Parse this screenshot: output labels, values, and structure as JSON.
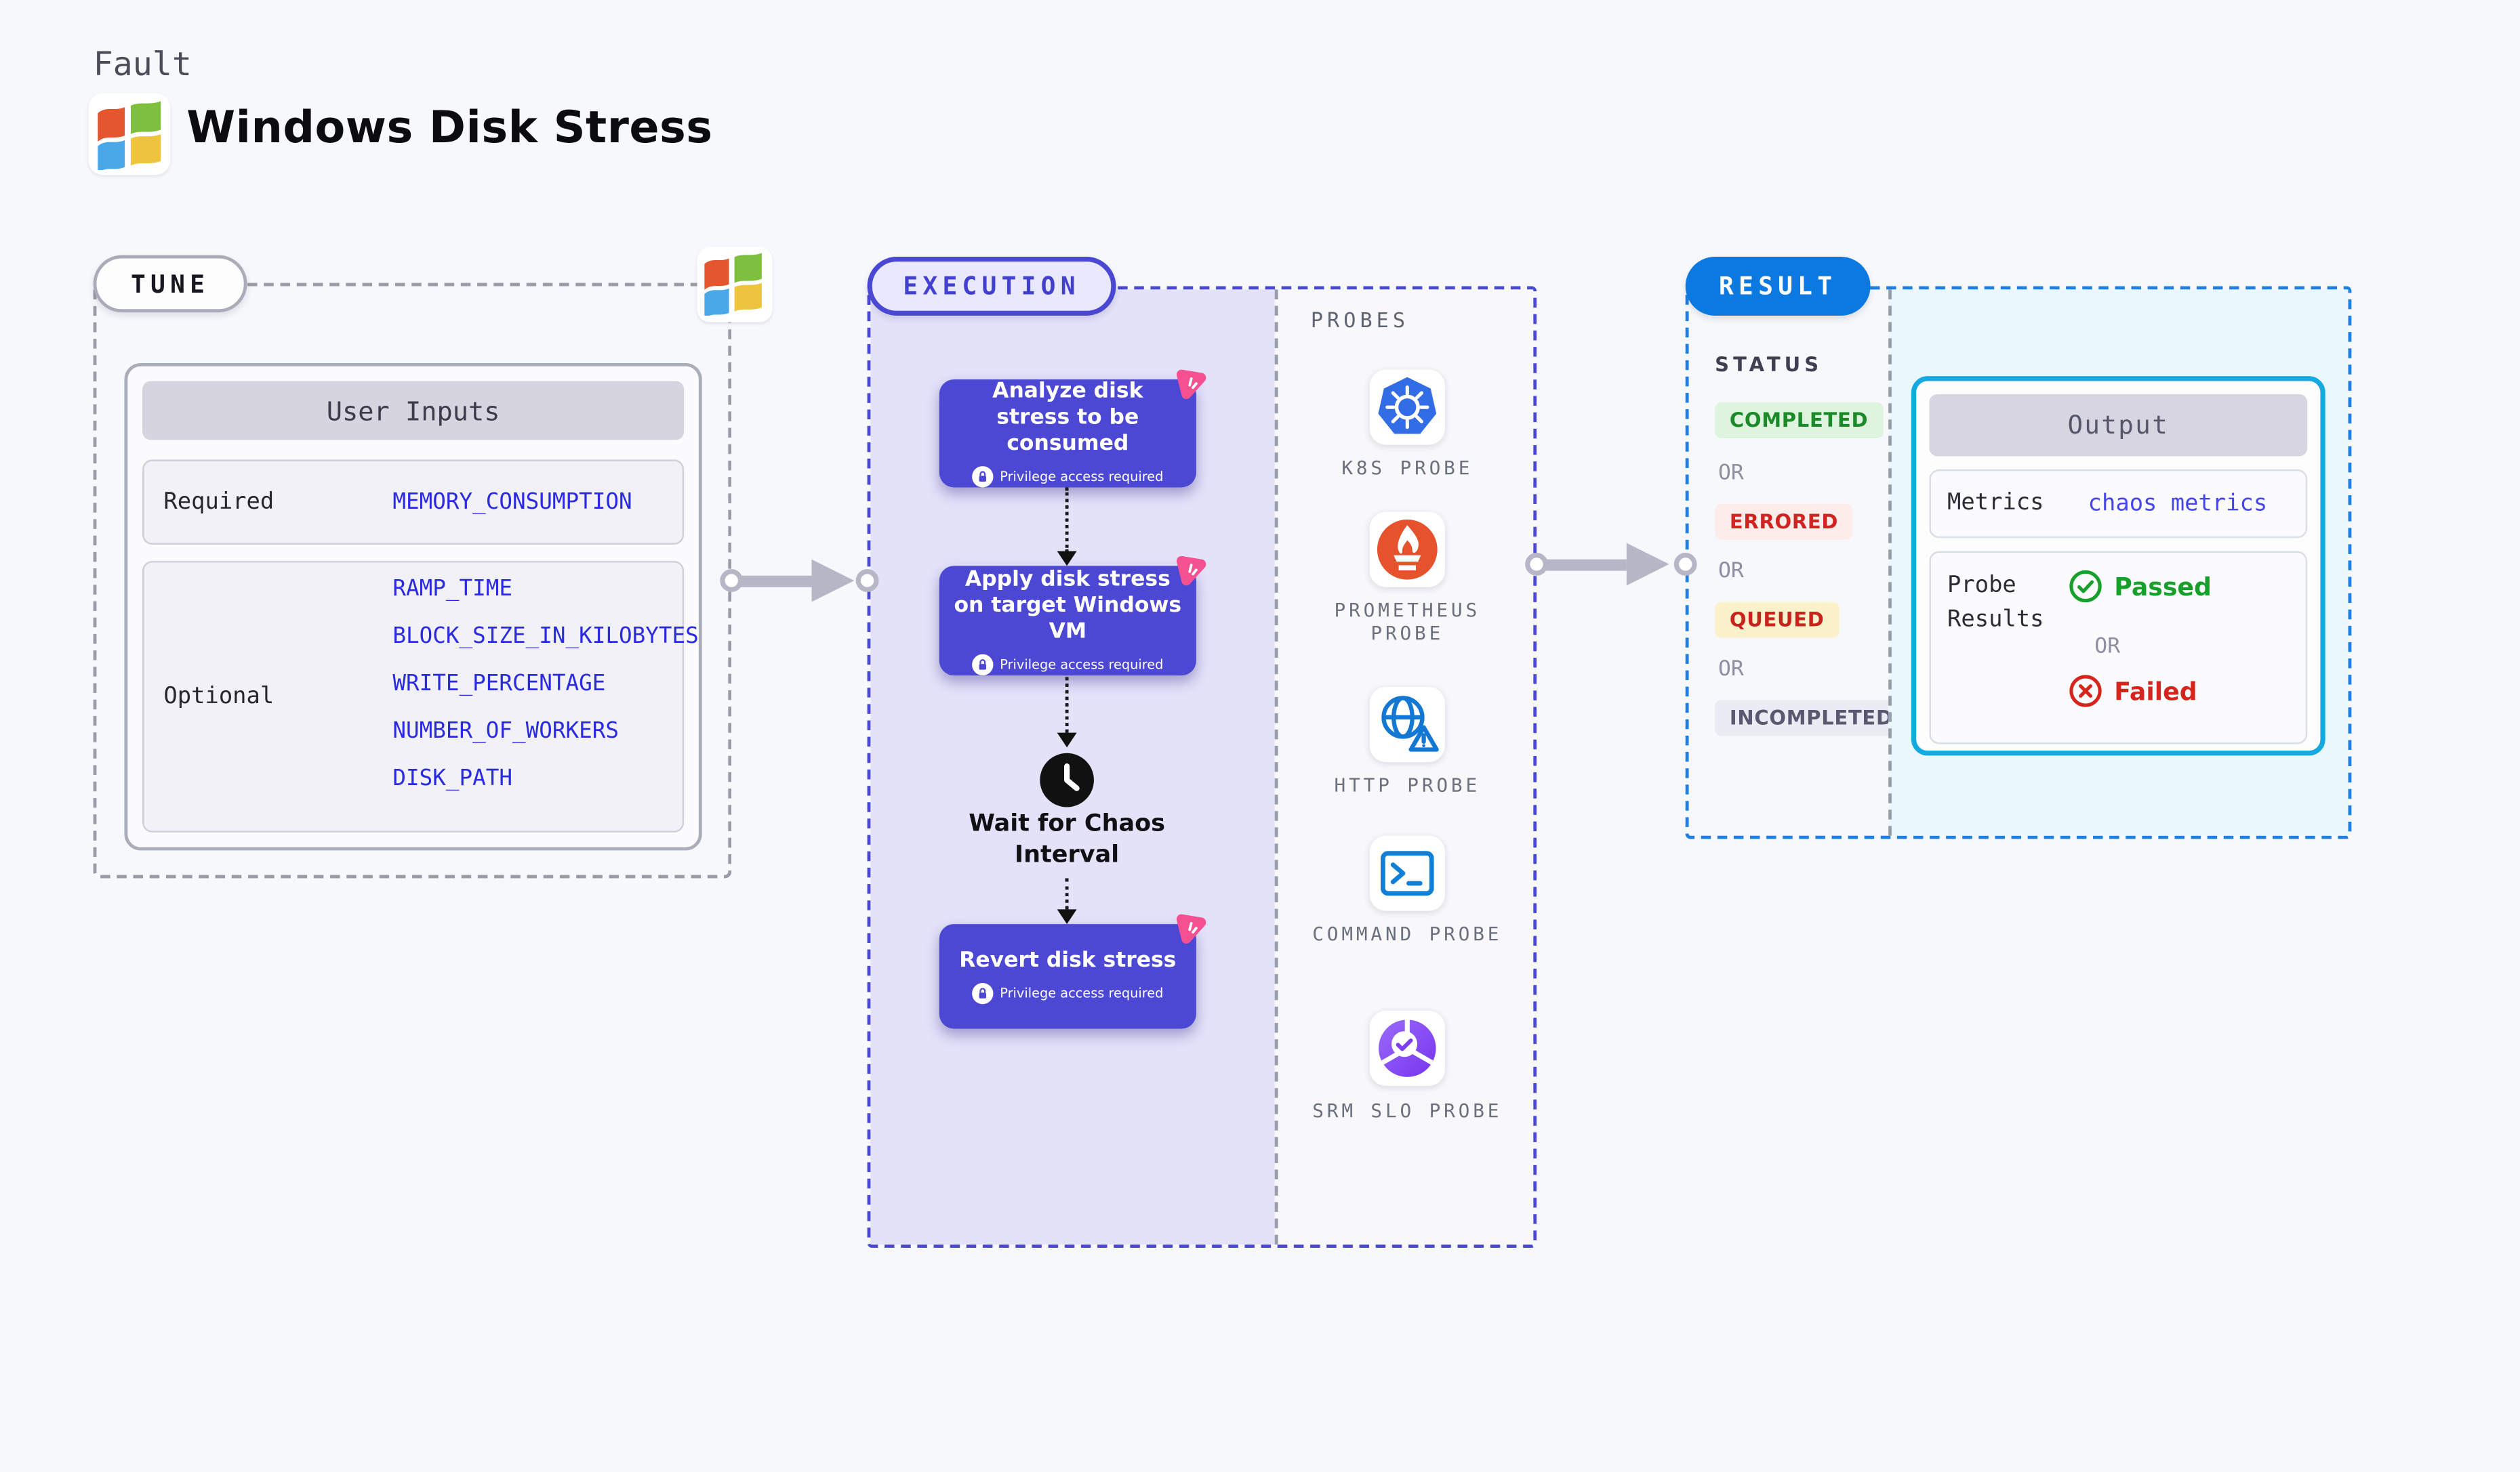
{
  "header": {
    "kind_label": "Fault",
    "title": "Windows Disk Stress"
  },
  "tune": {
    "badge": "TUNE",
    "table": {
      "title": "User Inputs",
      "rows": [
        {
          "label": "Required",
          "params": [
            "MEMORY_CONSUMPTION"
          ]
        },
        {
          "label": "Optional",
          "params": [
            "RAMP_TIME",
            "BLOCK_SIZE_IN_KILOBYTES",
            "WRITE_PERCENTAGE",
            "NUMBER_OF_WORKERS",
            "DISK_PATH"
          ]
        }
      ]
    }
  },
  "execution": {
    "badge": "EXECUTION",
    "steps": [
      {
        "title": "Analyze disk stress to be consumed",
        "badge": "Privilege access required"
      },
      {
        "title": "Apply disk stress on target Windows VM",
        "badge": "Privilege access required"
      },
      {
        "title": "Revert disk stress",
        "badge": "Privilege access required"
      }
    ],
    "wait_label": "Wait for Chaos Interval"
  },
  "probes": {
    "label": "PROBES",
    "items": [
      {
        "name": "K8S PROBE",
        "icon": "kubernetes-icon"
      },
      {
        "name": "PROMETHEUS PROBE",
        "icon": "prometheus-icon"
      },
      {
        "name": "HTTP PROBE",
        "icon": "globe-warning-icon"
      },
      {
        "name": "COMMAND PROBE",
        "icon": "terminal-icon"
      },
      {
        "name": "SRM SLO PROBE",
        "icon": "slo-gauge-icon"
      }
    ]
  },
  "result": {
    "badge": "RESULT",
    "status_label": "STATUS",
    "or_label": "OR",
    "statuses": [
      "COMPLETED",
      "ERRORED",
      "QUEUED",
      "INCOMPLETED"
    ],
    "output": {
      "title": "Output",
      "metrics_label": "Metrics",
      "metrics_link": "chaos metrics",
      "probe_results_label": "Probe Results",
      "passed_label": "Passed",
      "failed_label": "Failed"
    }
  },
  "colors": {
    "page_bg": "#f7f8fc",
    "step_purple": "#4c48d4",
    "execution_accent": "#4a47d3",
    "execution_panel": "#e3e2f9",
    "result_accent": "#1d7fe3",
    "result_badge_bg": "#0b79e0",
    "output_border": "#15a9e2",
    "output_panel": "#eaf7fc",
    "param_blue": "#2a2ae0",
    "link_indigo": "#4545ec",
    "passed_green": "#16a02a",
    "failed_red": "#d6251d",
    "completed_bg": "#dff4df",
    "completed_text": "#1d8a2a",
    "errored_bg": "#fcecea",
    "errored_text": "#cf2420",
    "queued_bg": "#fbf2cb",
    "queued_text": "#c8231c",
    "incompleted_bg": "#ebebf3",
    "incompleted_text": "#585870",
    "chaos_pink": "#f5508f",
    "arrow_gray": "#b6b6c6",
    "k8s_blue": "#326de6",
    "prometheus_orange": "#e6522c",
    "http_blue": "#1478d2"
  }
}
